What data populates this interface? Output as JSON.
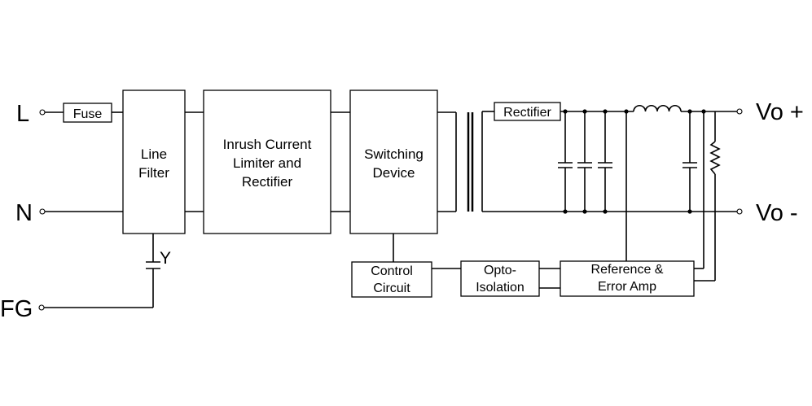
{
  "terminals": {
    "L": "L",
    "N": "N",
    "FG": "FG",
    "vo_plus": "Vo +",
    "vo_minus": "Vo -"
  },
  "blocks": {
    "fuse": [
      "Fuse"
    ],
    "line_filter": [
      "Line",
      "Filter"
    ],
    "inrush": [
      "Inrush Current",
      "Limiter and",
      "Rectifier"
    ],
    "switching": [
      "Switching",
      "Device"
    ],
    "rectifier": [
      "Rectifier"
    ],
    "control": [
      "Control",
      "Circuit"
    ],
    "opto": [
      "Opto-",
      "Isolation"
    ],
    "reference": [
      "Reference &",
      "Error Amp"
    ]
  },
  "labels": {
    "y_cap": "Y"
  }
}
